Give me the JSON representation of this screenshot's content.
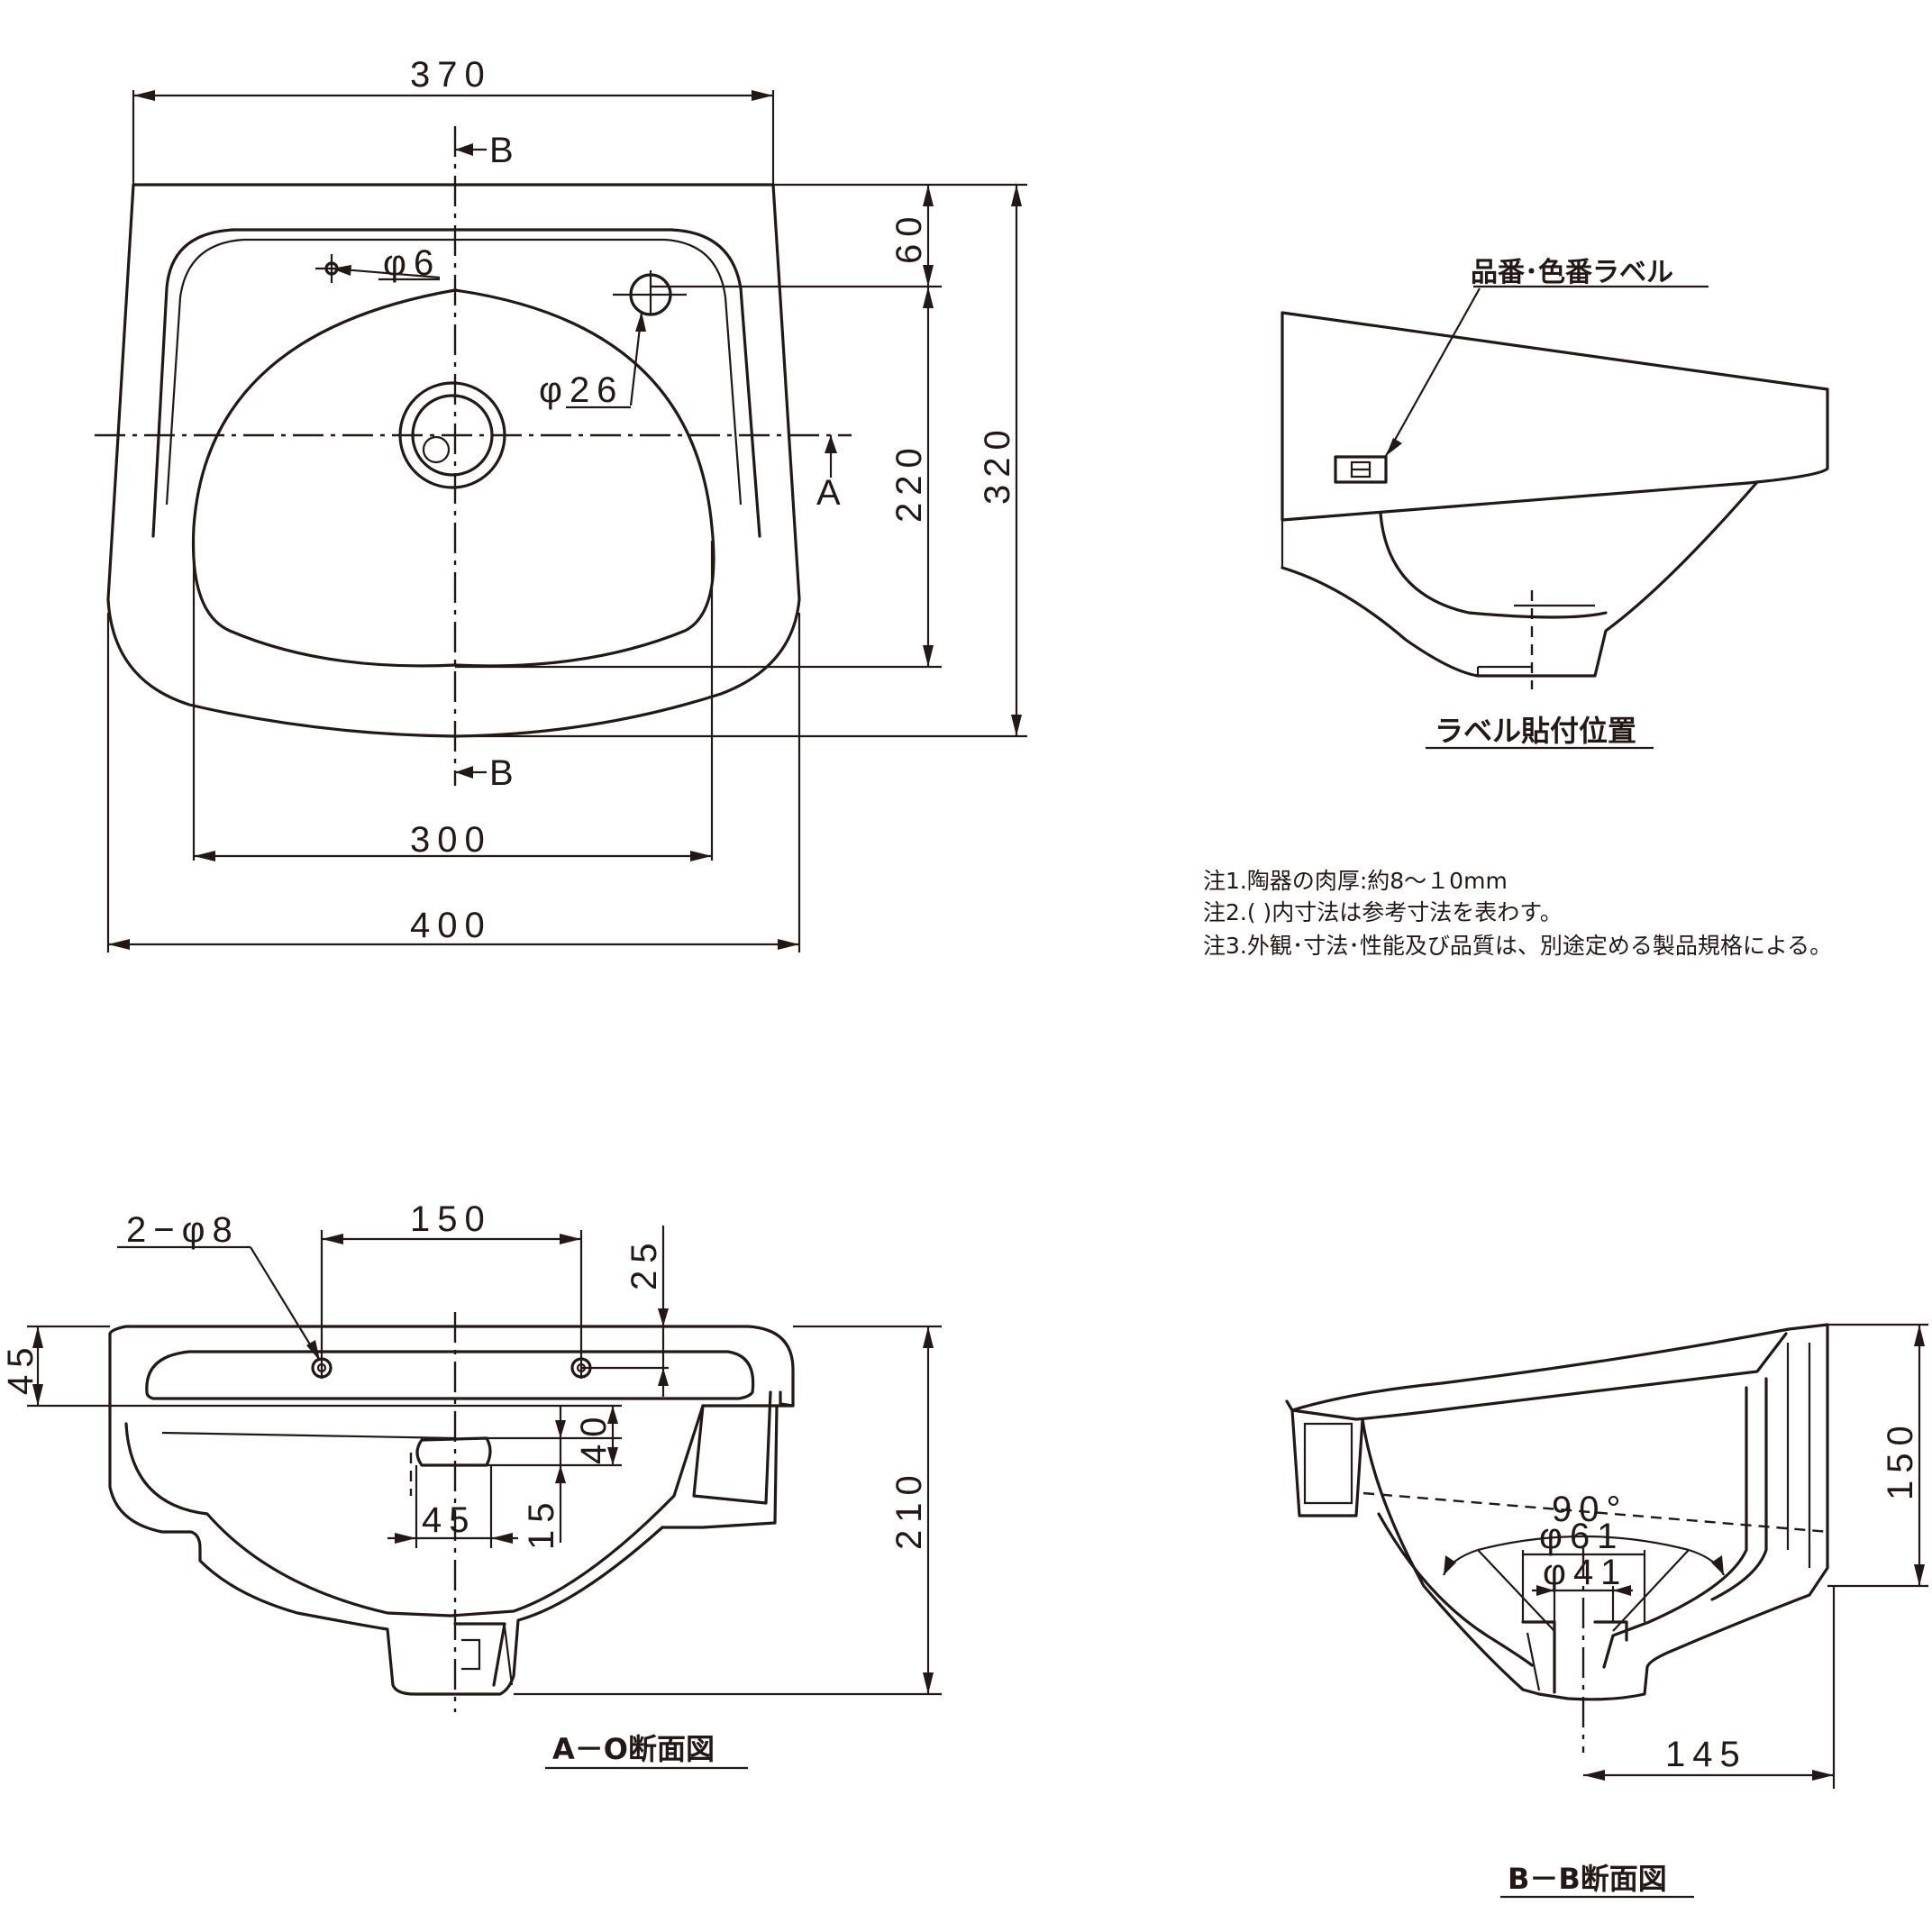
{
  "top_view": {
    "dim_370": "370",
    "dim_400": "400",
    "dim_300": "300",
    "dim_60": "60",
    "dim_220": "220",
    "dim_320": "320",
    "hole_small": "φ6",
    "hole_large": "φ26",
    "section_b_top": "B",
    "section_b_bottom": "B",
    "section_a": "A"
  },
  "side_view": {
    "label_note": "品番･色番ラベル",
    "caption": "ラベル貼付位置"
  },
  "notes": [
    "注1.陶器の肉厚:約8～１0mm",
    "注2.( )内寸法は参考寸法を表わす。",
    "注3.外観･寸法･性能及び品質は、別途定める製品規格による。"
  ],
  "section_ao": {
    "holes": "2−φ8",
    "dim_150": "150",
    "dim_25": "25",
    "dim_45_left": "45",
    "dim_40": "40",
    "dim_45_bottom": "45",
    "dim_15": "15",
    "dim_210": "210",
    "caption": "A－O断面図"
  },
  "section_bb": {
    "angle": "90°",
    "dia_61": "φ61",
    "dia_41": "φ41",
    "dim_150": "150",
    "dim_145": "145",
    "caption": "B－B断面図"
  }
}
